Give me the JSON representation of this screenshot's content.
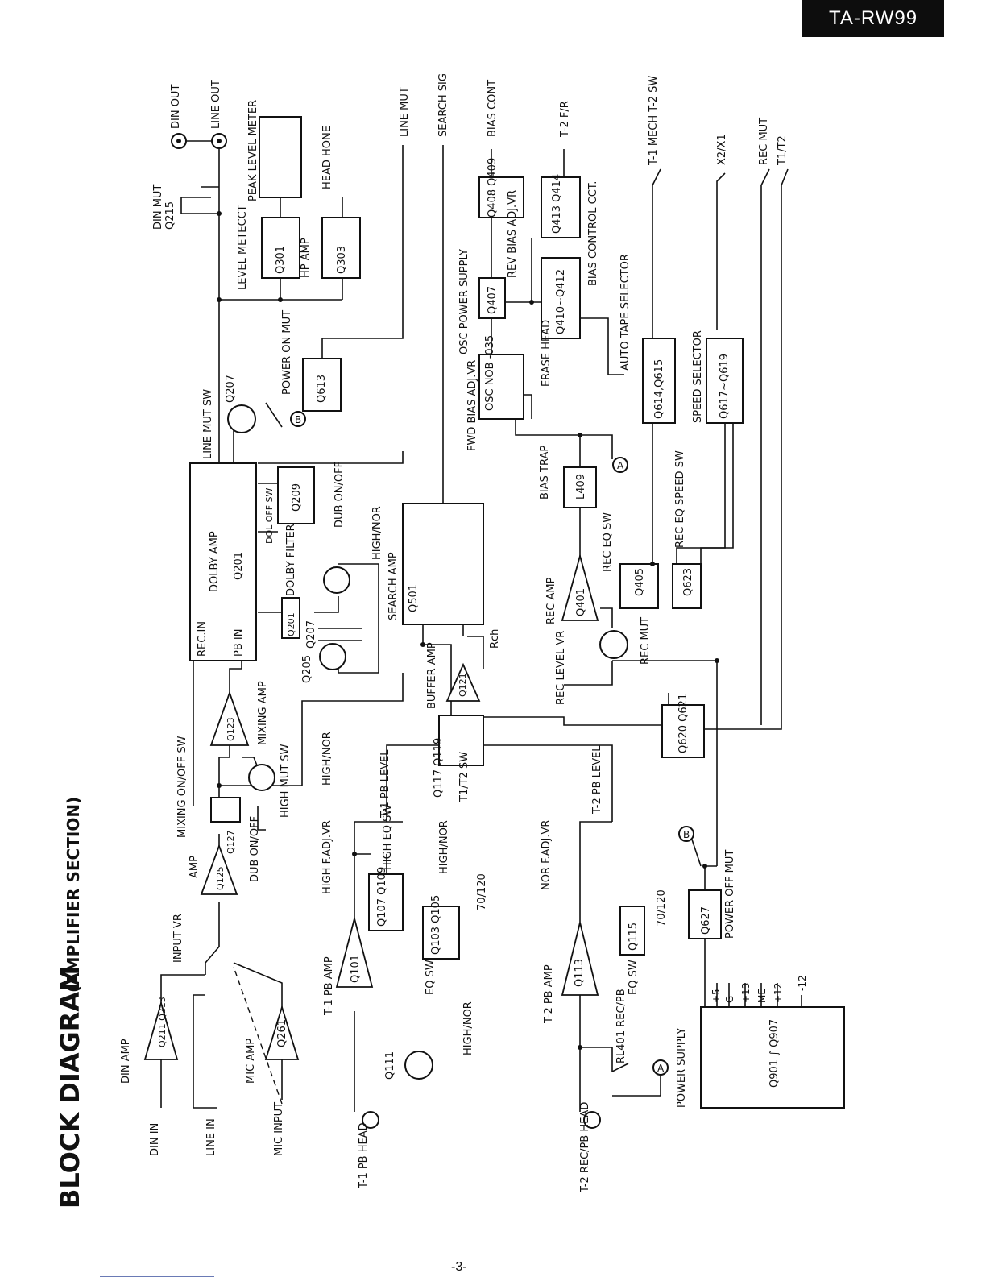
{
  "header": {
    "model": "TA-RW99"
  },
  "title": {
    "main": "BLOCK DIAGRAM",
    "sub": "(AMPLIFIER SECTION)"
  },
  "page_number": "-3-",
  "labels": {
    "din_in": "DIN IN",
    "line_in": "LINE IN",
    "mic_input": "MIC INPUT",
    "din_amp": "DIN AMP",
    "mic_amp": "MIC AMP",
    "input_vr": "INPUT VR",
    "amp": "AMP",
    "dub": "DUB ON/OFF",
    "mixing_sw": "MIXING ON/OFF SW",
    "high_mut_sw": "HIGH MUT SW",
    "high_nor": "HIGH/NOR",
    "mixing_amp": "MIXING AMP",
    "rec_in": "REC.IN",
    "pb_in": "PB IN",
    "dolby_amp": "DOLBY AMP",
    "dolby_filter": "DOLBY FILTER",
    "dol_off_sw": "DOL OFF SW",
    "dub_onoff": "DUB ON/OFF",
    "line_mut_sw": "LINE MUT SW",
    "power_on_mut": "POWER ON MUT",
    "level_meter": "LEVEL METECCT",
    "hp_amp": "HP AMP",
    "peak_meter": "PEAK LEVEL METER",
    "headphone": "HEAD HONE",
    "din_mut": "DIN MUT",
    "din_out": "DIN OUT",
    "line_out": "LINE OUT",
    "line_mut": "LINE MUT",
    "search_sig": "SEARCH SIG",
    "bias_cont": "BIAS CONT",
    "t2_fr": "T-2 F/R",
    "t1_mech": "T-1 MECH T-2 SW",
    "x2x1": "X2/X1",
    "rec_mut": "REC MUT",
    "t1t2": "T1/T2",
    "search_amp": "SEARCH AMP",
    "buffer_amp": "BUFFER AMP",
    "rch": "Rch",
    "t1t2_sw": "T1/T2 SW",
    "t1_pb_level": "T-1 PB LEVEL",
    "t2_pb_level": "T-2 PB LEVEL",
    "high_f_adj": "HIGH F.ADJ.VR",
    "nor_f_adj": "NOR F.ADJ.VR",
    "high_eq_sw": "HIGH EQ SW",
    "eq_sw": "EQ SW",
    "70_120": "70/120",
    "t1_pb_amp": "T-1 PB AMP",
    "t2_pb_amp": "T-2 PB AMP",
    "t1_pb_head": "T-1 PB HEAD",
    "t2_rec_pb_head": "T-2 REC/PB HEAD",
    "rl401": "RL401 REC/PB",
    "power_supply": "POWER SUPPLY",
    "power_off_mut": "POWER OFF MUT",
    "rec_level_vr": "REC LEVEL VR",
    "rec_amp": "REC AMP",
    "rec_eq_sw": "REC EQ SW",
    "rec_eq_speed_sw": "REC EQ SPEED SW",
    "speed_selector": "SPEED SELECTOR",
    "auto_tape_selector": "AUTO TAPE SELECTOR",
    "bias_trap": "BIAS TRAP",
    "fwd_bias": "FWD BIAS ADJ.VR",
    "rev_bias": "REV BIAS ADJ.VR",
    "erase_head": "ERASE HEAD",
    "osc_power": "OSC POWER SUPPLY",
    "bias_control": "BIAS CONTROL CCT.",
    "rec_mut_lbl": "REC MUT"
  },
  "parts": {
    "q211": "Q211 Q213",
    "q261": "Q261",
    "q125": "Q125",
    "q127": "Q127",
    "q123": "Q123",
    "q201": "Q201",
    "q201b": "Q201",
    "q205": "Q205",
    "q207": "Q207",
    "q209": "Q209",
    "q207b": "Q207",
    "q613": "Q613",
    "q301": "Q301",
    "q303": "Q303",
    "q215": "Q215",
    "q501": "Q501",
    "q121": "Q121",
    "q117": "Q117 Q119",
    "q101": "Q101",
    "q107": "Q107 Q109",
    "q103": "Q103 Q105",
    "q111": "Q111",
    "q113": "Q113",
    "q115": "Q115",
    "q901": "Q901 ∫ Q907",
    "q627": "Q627",
    "q620": "Q620 Q621",
    "q401": "Q401",
    "q405": "Q405",
    "q623": "Q623",
    "l409": "L409",
    "osc": "OSC NOB -035",
    "q614": "Q614,Q615",
    "q617": "Q617~Q619",
    "q407": "Q407",
    "q410": "Q410~Q412",
    "q408": "Q408 Q409",
    "q413": "Q413 Q414"
  },
  "supply_rails": [
    "+5",
    "G",
    "+13",
    "ME",
    "+12",
    "-12"
  ],
  "markers": {
    "a": "A",
    "b": "B"
  }
}
